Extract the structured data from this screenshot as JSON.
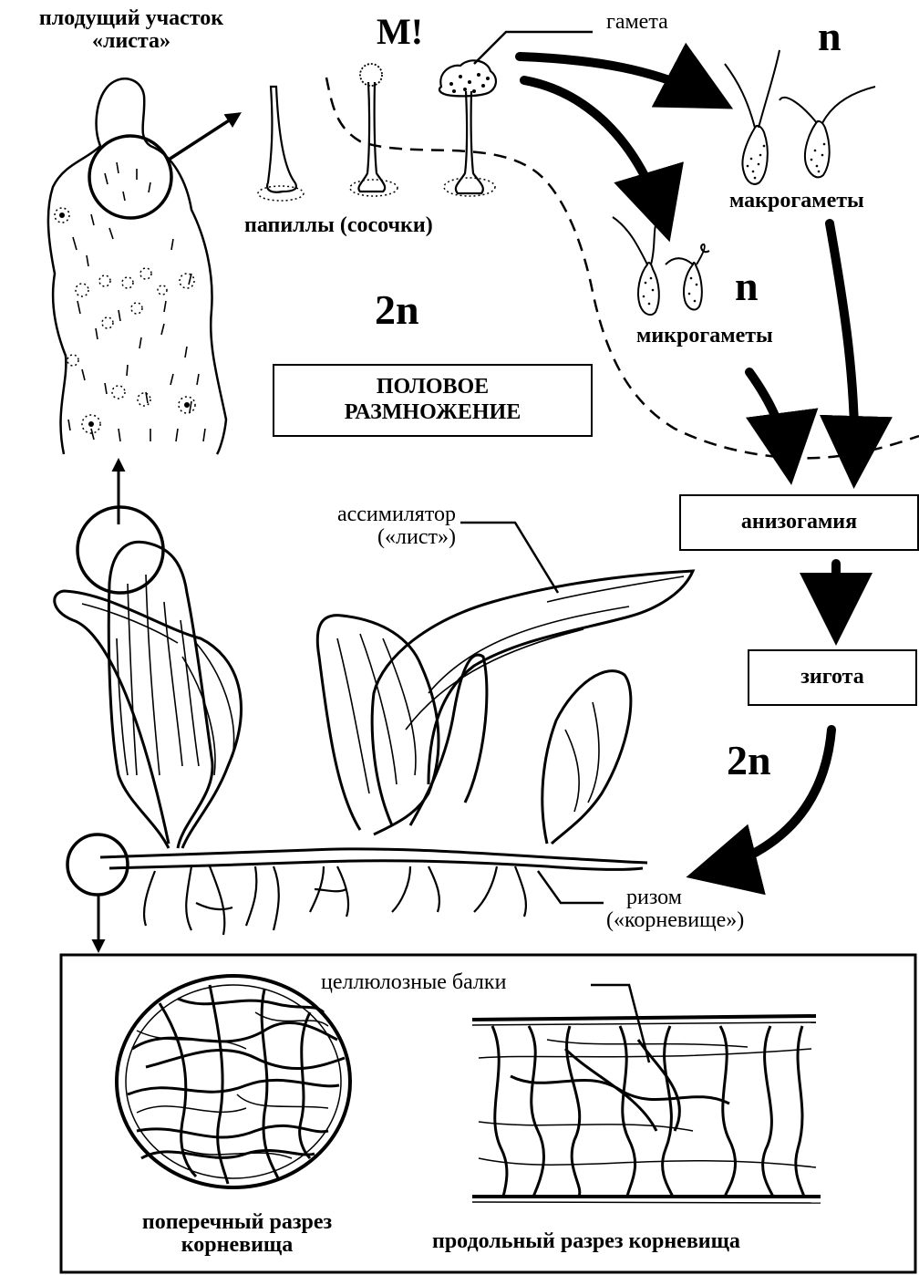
{
  "labels": {
    "fertile_part_line1": "плодущий участок",
    "fertile_part_line2": "«листа»",
    "m_mark": "М!",
    "gamete": "гамета",
    "n_top": "n",
    "macrogametes": "макрогаметы",
    "papillae": "папиллы (сосочки)",
    "n_mid": "n",
    "ploidy_2n_top": "2n",
    "microgametes": "микрогаметы",
    "sexual_repro_line1": "ПОЛОВОЕ",
    "sexual_repro_line2": "РАЗМНОЖЕНИЕ",
    "anisogamy": "анизогамия",
    "assimilator_line1": "ассимилятор",
    "assimilator_line2": "(«лист»)",
    "zygote": "зигота",
    "ploidy_2n_bottom": "2n",
    "rhizome_line1": "ризом",
    "rhizome_line2": "(«корневище»)",
    "cellulose_beams": "целлюлозные балки",
    "cross_section_line1": "поперечный разрез",
    "cross_section_line2": "корневища",
    "longitudinal_section": "продольный разрез корневища"
  }
}
